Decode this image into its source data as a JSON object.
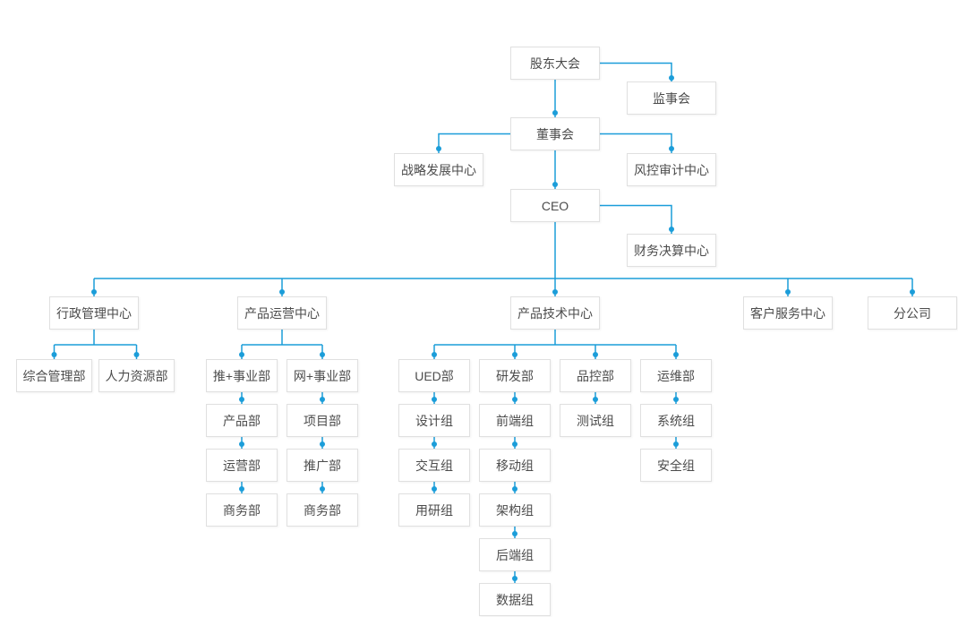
{
  "colors": {
    "connector": "#1b9dd9",
    "box_border": "#e0e0e0",
    "box_bg": "#ffffff",
    "text": "#4c4c4c",
    "page_bg": "#ffffff"
  },
  "nodes": {
    "shareholders": {
      "label": "股东大会"
    },
    "supervisory": {
      "label": "监事会"
    },
    "board": {
      "label": "董事会"
    },
    "strategy_center": {
      "label": "战略发展中心"
    },
    "risk_audit_center": {
      "label": "风控审计中心"
    },
    "ceo": {
      "label": "CEO"
    },
    "finance_center": {
      "label": "财务决算中心"
    },
    "admin_center": {
      "label": "行政管理中心"
    },
    "general_mgmt_dept": {
      "label": "综合管理部"
    },
    "hr_dept": {
      "label": "人力资源部"
    },
    "product_ops_center": {
      "label": "产品运营中心"
    },
    "tui_bu": {
      "label": "推+事业部"
    },
    "wang_bu": {
      "label": "网+事业部"
    },
    "product_dept": {
      "label": "产品部"
    },
    "project_dept": {
      "label": "项目部"
    },
    "operation_dept": {
      "label": "运营部"
    },
    "promotion_dept": {
      "label": "推广部"
    },
    "business_dept_1": {
      "label": "商务部"
    },
    "business_dept_2": {
      "label": "商务部"
    },
    "product_tech_center": {
      "label": "产品技术中心"
    },
    "ued_dept": {
      "label": "UED部"
    },
    "rd_dept": {
      "label": "研发部"
    },
    "qc_dept": {
      "label": "品控部"
    },
    "om_dept": {
      "label": "运维部"
    },
    "design_team": {
      "label": "设计组"
    },
    "frontend_team": {
      "label": "前端组"
    },
    "test_team": {
      "label": "测试组"
    },
    "system_team": {
      "label": "系统组"
    },
    "interaction_team": {
      "label": "交互组"
    },
    "mobile_team": {
      "label": "移动组"
    },
    "security_team": {
      "label": "安全组"
    },
    "user_research_team": {
      "label": "用研组"
    },
    "architecture_team": {
      "label": "架构组"
    },
    "backend_team": {
      "label": "后端组"
    },
    "data_team": {
      "label": "数据组"
    },
    "customer_service_center": {
      "label": "客户服务中心"
    },
    "branch_company": {
      "label": "分公司"
    }
  },
  "structure": {
    "root": "股东大会",
    "branches": {
      "股东大会": [
        "监事会",
        "董事会"
      ],
      "董事会": [
        "战略发展中心",
        "风控审计中心",
        "CEO"
      ],
      "CEO": [
        "财务决算中心",
        "行政管理中心",
        "产品运营中心",
        "产品技术中心",
        "客户服务中心",
        "分公司"
      ],
      "行政管理中心": [
        "综合管理部",
        "人力资源部"
      ],
      "产品运营中心": [
        "推+事业部",
        "网+事业部"
      ],
      "推+事业部": [
        "产品部"
      ],
      "产品部": [
        "运营部"
      ],
      "运营部": [
        "商务部"
      ],
      "网+事业部": [
        "项目部"
      ],
      "项目部": [
        "推广部"
      ],
      "推广部": [
        "商务部"
      ],
      "产品技术中心": [
        "UED部",
        "研发部",
        "品控部",
        "运维部"
      ],
      "UED部": [
        "设计组"
      ],
      "设计组": [
        "交互组"
      ],
      "交互组": [
        "用研组"
      ],
      "研发部": [
        "前端组"
      ],
      "前端组": [
        "移动组"
      ],
      "移动组": [
        "架构组"
      ],
      "架构组": [
        "后端组"
      ],
      "后端组": [
        "数据组"
      ],
      "品控部": [
        "测试组"
      ],
      "运维部": [
        "系统组"
      ],
      "系统组": [
        "安全组"
      ]
    }
  }
}
